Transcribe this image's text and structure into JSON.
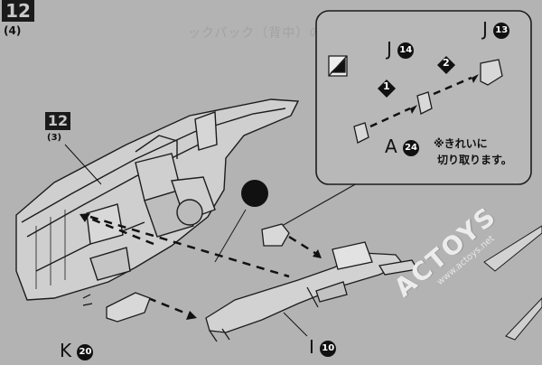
{
  "step": {
    "number": "12",
    "sub": "(4)"
  },
  "ref_step": {
    "number": "12",
    "sub": "(3)"
  },
  "inset": {
    "label_j14": {
      "letter": "J",
      "num": "14"
    },
    "label_j13": {
      "letter": "J",
      "num": "13"
    },
    "label_a24": {
      "letter": "A",
      "num": "24"
    },
    "step1": "1",
    "step2": "2",
    "note": [
      "※きれいに",
      "切り取ります。"
    ]
  },
  "label_k20": {
    "letter": "K",
    "num": "20"
  },
  "label_i10": {
    "letter": "I",
    "num": "10"
  },
  "watermark": {
    "brand": "ACTOYS",
    "url": "www.actoys.net"
  },
  "faint_heading": "ックパック（背中）の組み立て"
}
